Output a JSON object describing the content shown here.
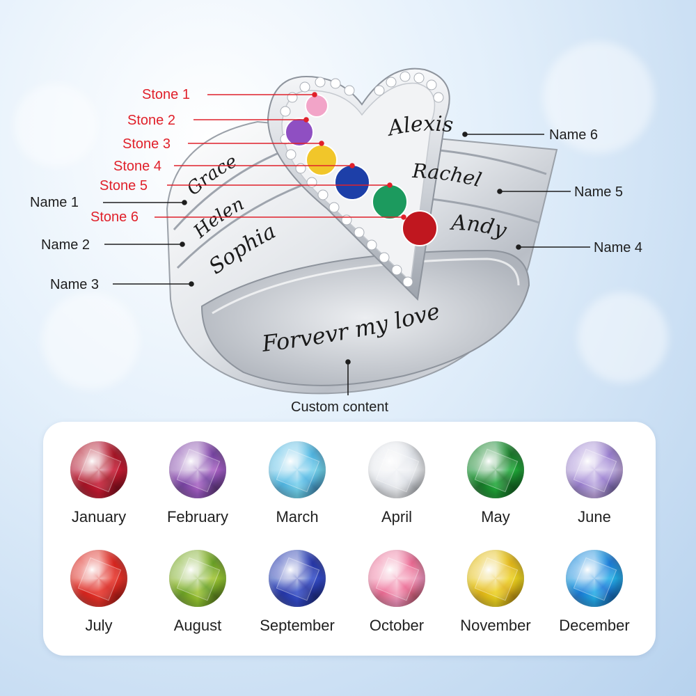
{
  "stone_labels": [
    "Stone 1",
    "Stone 2",
    "Stone 3",
    "Stone 4",
    "Stone 5",
    "Stone 6"
  ],
  "name_labels": [
    "Name 1",
    "Name 2",
    "Name 3",
    "Name 4",
    "Name 5",
    "Name 6"
  ],
  "engraved_names": [
    "Grace",
    "Helen",
    "Sophia",
    "Andy",
    "Rachel",
    "Alexis"
  ],
  "inner_engraving": "Forvevr my love",
  "custom_label": "Custom content",
  "ring_stone_colors": [
    "#f2a4c8",
    "#8f4fc2",
    "#f1c62a",
    "#1d3fa8",
    "#1c9a5e",
    "#c0171f"
  ],
  "label_colors": {
    "stone": "#e0202a",
    "name": "#1e1e1e"
  },
  "birthstones": [
    {
      "month": "January",
      "color": "#b3162a"
    },
    {
      "month": "February",
      "color": "#8a4fb0"
    },
    {
      "month": "March",
      "color": "#5fc1e8"
    },
    {
      "month": "April",
      "color": "#e6e9ee"
    },
    {
      "month": "May",
      "color": "#1a8a2e"
    },
    {
      "month": "June",
      "color": "#a991d8"
    },
    {
      "month": "July",
      "color": "#e02a22"
    },
    {
      "month": "August",
      "color": "#7fb02a"
    },
    {
      "month": "September",
      "color": "#2b3fb5"
    },
    {
      "month": "October",
      "color": "#f07ea3"
    },
    {
      "month": "November",
      "color": "#e8c21a"
    },
    {
      "month": "December",
      "color": "#1e8fe0"
    }
  ]
}
